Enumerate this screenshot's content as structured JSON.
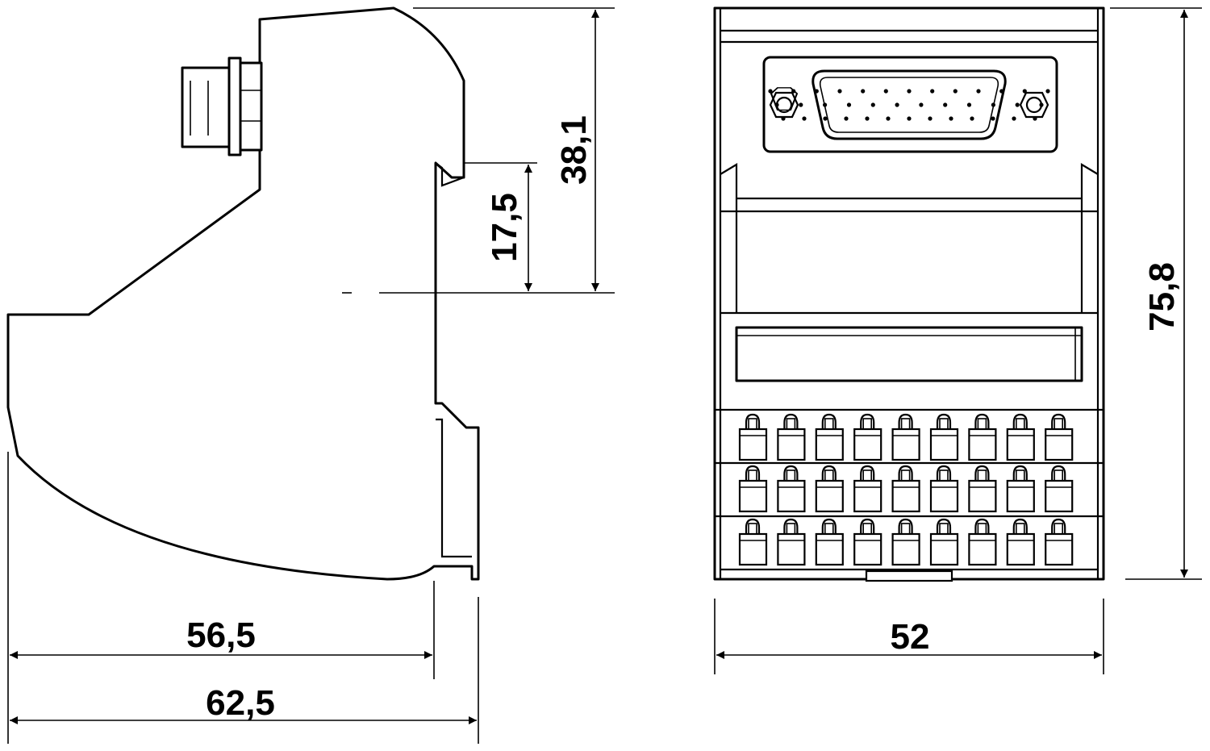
{
  "dimensions": {
    "side_depth_inner": "56,5",
    "side_depth_outer": "62,5",
    "rail_offset": "17,5",
    "rail_height": "38,1",
    "front_width": "52",
    "front_height": "75,8"
  },
  "colors": {
    "line": "#000000",
    "background": "#ffffff"
  },
  "front_view": {
    "terminal_rows": 3,
    "terminals_per_row": 9,
    "connector_pin_rows": [
      13,
      12
    ]
  }
}
